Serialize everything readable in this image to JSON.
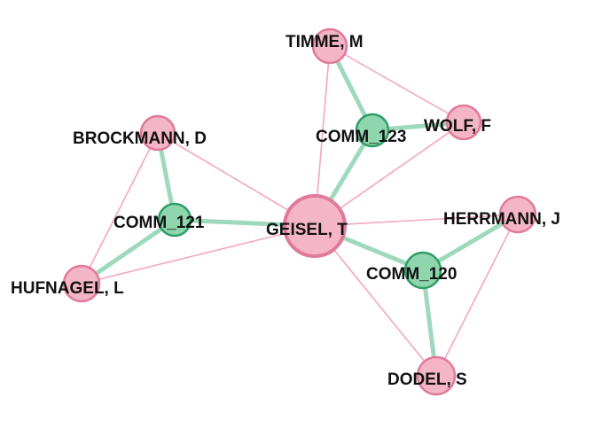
{
  "colors": {
    "person_fill": "#f4b6c7",
    "person_stroke": "#e07a98",
    "community_fill": "#8fd6ae",
    "community_stroke": "#2f9e66",
    "person_edge": "#f3a8bd",
    "community_edge": "#9ed9bd"
  },
  "nodes": [
    {
      "id": "geisel",
      "label": "GEISEL, T",
      "kind": "person",
      "role": "hub"
    },
    {
      "id": "timme",
      "label": "TIMME, M",
      "kind": "person"
    },
    {
      "id": "wolf",
      "label": "WOLF, F",
      "kind": "person"
    },
    {
      "id": "brockmann",
      "label": "BROCKMANN, D",
      "kind": "person"
    },
    {
      "id": "hufnagel",
      "label": "HUFNAGEL, L",
      "kind": "person"
    },
    {
      "id": "herrmann",
      "label": "HERRMANN, J",
      "kind": "person"
    },
    {
      "id": "dodel",
      "label": "DODEL, S",
      "kind": "person"
    },
    {
      "id": "comm123",
      "label": "COMM_123",
      "kind": "community"
    },
    {
      "id": "comm121",
      "label": "COMM_121",
      "kind": "community"
    },
    {
      "id": "comm120",
      "label": "COMM_120",
      "kind": "community"
    }
  ],
  "edges": [
    {
      "source": "timme",
      "target": "wolf",
      "kind": "person"
    },
    {
      "source": "timme",
      "target": "geisel",
      "kind": "person"
    },
    {
      "source": "wolf",
      "target": "geisel",
      "kind": "person"
    },
    {
      "source": "brockmann",
      "target": "geisel",
      "kind": "person"
    },
    {
      "source": "brockmann",
      "target": "hufnagel",
      "kind": "person"
    },
    {
      "source": "hufnagel",
      "target": "geisel",
      "kind": "person"
    },
    {
      "source": "herrmann",
      "target": "geisel",
      "kind": "person"
    },
    {
      "source": "herrmann",
      "target": "dodel",
      "kind": "person"
    },
    {
      "source": "dodel",
      "target": "geisel",
      "kind": "person"
    },
    {
      "source": "comm123",
      "target": "timme",
      "kind": "community"
    },
    {
      "source": "comm123",
      "target": "wolf",
      "kind": "community"
    },
    {
      "source": "comm123",
      "target": "geisel",
      "kind": "community"
    },
    {
      "source": "comm121",
      "target": "brockmann",
      "kind": "community"
    },
    {
      "source": "comm121",
      "target": "hufnagel",
      "kind": "community"
    },
    {
      "source": "comm121",
      "target": "geisel",
      "kind": "community"
    },
    {
      "source": "comm120",
      "target": "herrmann",
      "kind": "community"
    },
    {
      "source": "comm120",
      "target": "dodel",
      "kind": "community"
    },
    {
      "source": "comm120",
      "target": "geisel",
      "kind": "community"
    }
  ]
}
